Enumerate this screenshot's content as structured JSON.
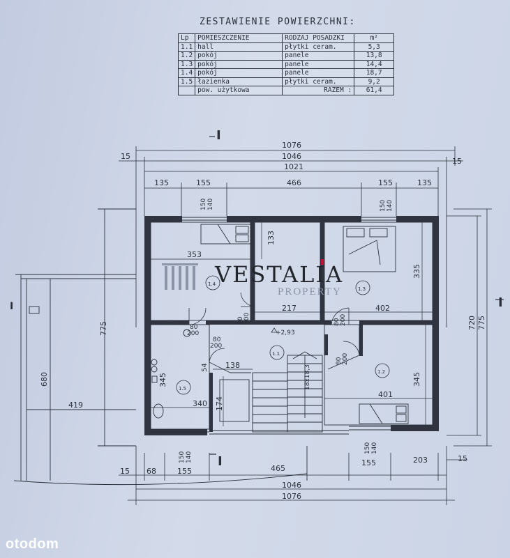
{
  "table": {
    "title": "ZESTAWIENIE POWIERZCHNI:",
    "headers": [
      "Lp",
      "POMIESZCZENIE",
      "RODZAJ POSADZKI",
      "m²"
    ],
    "rows": [
      [
        "1.1",
        "hall",
        "płytki ceram.",
        "5,3"
      ],
      [
        "1.2",
        "pokój",
        "panele",
        "13,8"
      ],
      [
        "1.3",
        "pokój",
        "panele",
        "14,4"
      ],
      [
        "1.4",
        "pokój",
        "panele",
        "18,7"
      ],
      [
        "1.5",
        "łazienka",
        "płytki ceram.",
        "9,2"
      ],
      [
        "",
        "pow. użytkowa",
        "RAZEM :",
        "61,4"
      ]
    ]
  },
  "dimensions": {
    "top": {
      "d1076": "1076",
      "d1046": "1046",
      "d1021": "1021",
      "d15_left": "15",
      "d15_right": "15",
      "d135_left": "135",
      "d155_left": "155",
      "d466": "466",
      "d155_right": "155",
      "d135_right": "135"
    },
    "bottom": {
      "d15_left": "15",
      "d68": "68",
      "d155": "155",
      "d465": "465",
      "d155_right": "155",
      "d203": "203",
      "d15_right": "15",
      "d1046": "1046",
      "d1076": "1076"
    },
    "side": {
      "d775_left": "775",
      "d680": "680",
      "d419": "419",
      "d720": "720",
      "d775_right": "775",
      "d335": "335",
      "d345_right": "345"
    },
    "interior": {
      "d353": "353",
      "d133": "133",
      "d217": "217",
      "d402": "402",
      "d401": "401",
      "d340": "340",
      "d345_left": "345",
      "d138": "138",
      "d174": "174",
      "d54": "54"
    },
    "openings": {
      "w150_140_a": "150",
      "w140_a": "140",
      "w150_140_b": "150",
      "w140_b": "140",
      "w150_c": "150",
      "w140_c": "140",
      "w150_d": "150",
      "w140_d": "140",
      "d80_a": "80",
      "d200_a": "200",
      "d80_b": "80",
      "d200_b": "200",
      "d80_c": "80",
      "d200_c": "200",
      "d80_d": "80",
      "d200_d": "200",
      "d80_e": "80",
      "d200_e": "200"
    },
    "level": "+2,93",
    "stairs": "18x18,3"
  },
  "rooms": {
    "r11": "1.1",
    "r12": "1.2",
    "r13": "1.3",
    "r14": "1.4",
    "r15": "1.5"
  },
  "section_marks": {
    "a": "I",
    "b": "I",
    "c": "I",
    "d": "I"
  },
  "logo": {
    "main": "VESTALIA",
    "sub": "PROPERTY"
  },
  "watermark": "otodom",
  "colors": {
    "paper": "#cdd5e7",
    "ink": "#2a2f3a",
    "logo_accent": "#c8102e"
  }
}
